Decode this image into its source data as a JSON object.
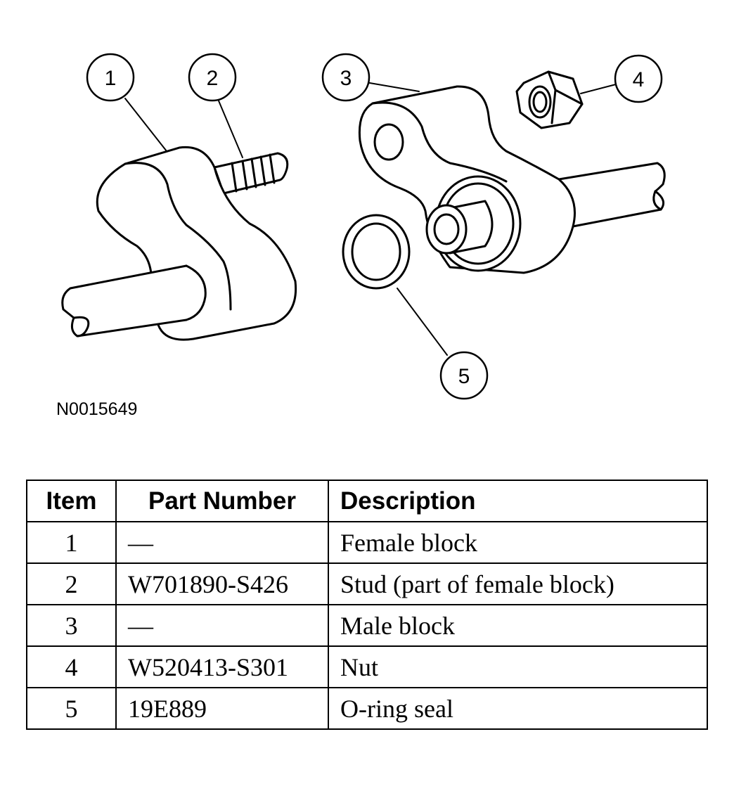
{
  "figure": {
    "id": "N0015649",
    "callouts": [
      "1",
      "2",
      "3",
      "4",
      "5"
    ]
  },
  "table": {
    "headers": {
      "item": "Item",
      "part_number": "Part Number",
      "description": "Description"
    },
    "rows": [
      {
        "item": "1",
        "part_number": "—",
        "description": "Female block"
      },
      {
        "item": "2",
        "part_number": "W701890-S426",
        "description": "Stud (part of female block)"
      },
      {
        "item": "3",
        "part_number": "—",
        "description": "Male block"
      },
      {
        "item": "4",
        "part_number": "W520413-S301",
        "description": "Nut"
      },
      {
        "item": "5",
        "part_number": "19E889",
        "description": "O-ring seal"
      }
    ]
  }
}
